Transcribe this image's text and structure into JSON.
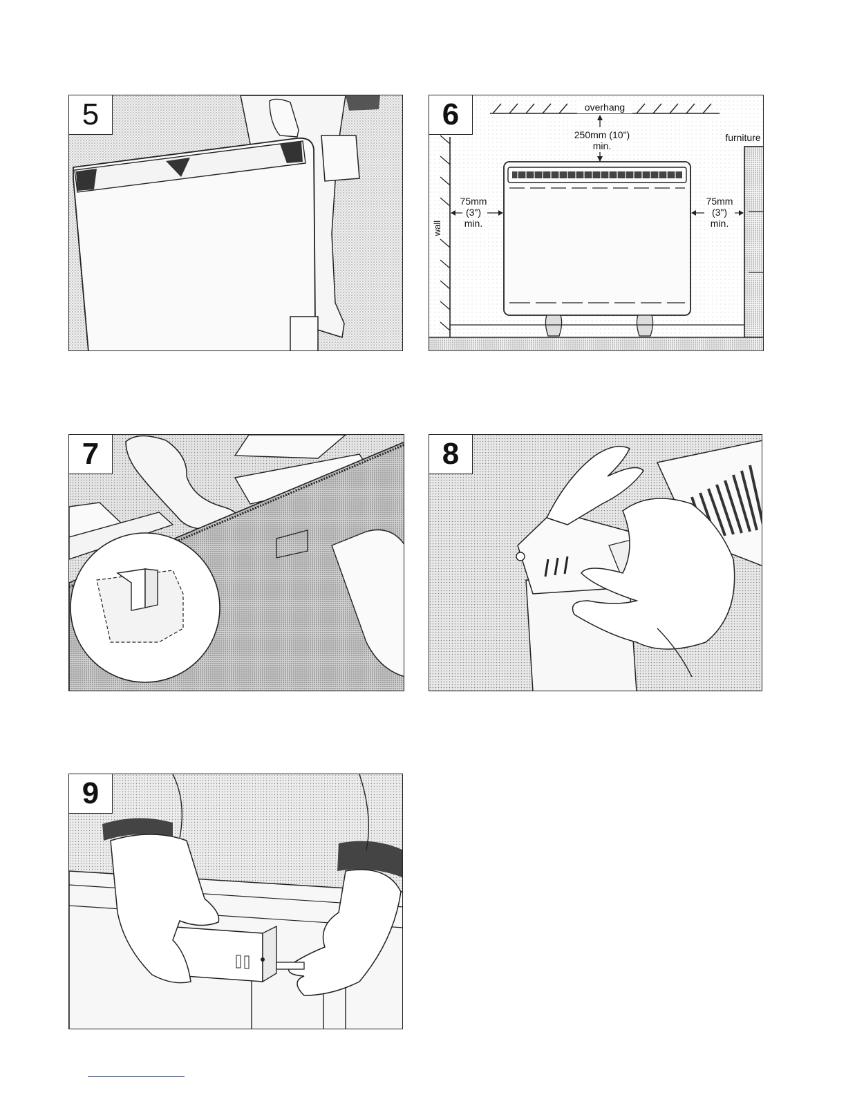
{
  "steps": {
    "s5": "5",
    "s6": "6",
    "s7": "7",
    "s8": "8",
    "s9": "9"
  },
  "panel6": {
    "overhang": "overhang",
    "top_clear_1": "250mm (10\")",
    "top_clear_2": "min.",
    "furniture": "furniture",
    "wall": "wall",
    "left_clear_1": "75mm",
    "left_clear_2": "(3\")",
    "left_clear_3": "min.",
    "right_clear_1": "75mm",
    "right_clear_2": "(3\")",
    "right_clear_3": "min."
  },
  "colors": {
    "line": "#222222",
    "stipple": "#9a9a9a",
    "footer_rule": "#3355aa"
  }
}
